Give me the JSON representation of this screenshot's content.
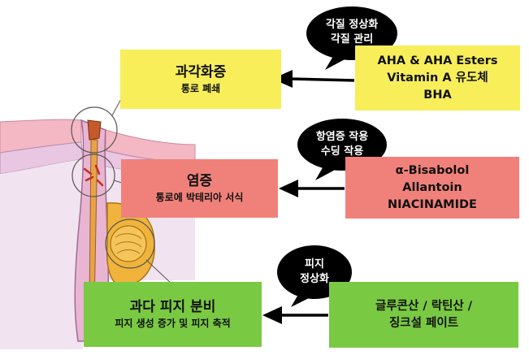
{
  "problems": {
    "clog": {
      "title": "과각화증",
      "subtitle": "통로 폐쇄"
    },
    "inflammation": {
      "title": "염증",
      "subtitle": "통로에 박테리아 서식"
    },
    "sebum": {
      "title": "과다 피지 분비",
      "subtitle": "피지 생성 증가 및 피지 축적"
    }
  },
  "solutions": {
    "exfoliation": {
      "lines": [
        "AHA & AHA Esters",
        "Vitamin A 유도체",
        "BHA"
      ]
    },
    "anti_inflammatory": {
      "lines": [
        "α-Bisabolol",
        "Allantoin",
        "NIACINAMIDE"
      ]
    },
    "sebum_control": {
      "lines": [
        "글루콘산 / 락틴산 /",
        "징크설 페이트"
      ]
    }
  },
  "bubbles": {
    "exfoliation": [
      "각질 정상화",
      "각질 관리"
    ],
    "anti_inflammatory": [
      "항염증 작용",
      "수딩 작용"
    ],
    "sebum_control": [
      "피지",
      "정상화"
    ]
  },
  "colors": {
    "problem_clog": "#f7ee5a",
    "problem_inflammation": "#f0817a",
    "problem_sebum": "#7ac943",
    "bubble": "#000000"
  }
}
